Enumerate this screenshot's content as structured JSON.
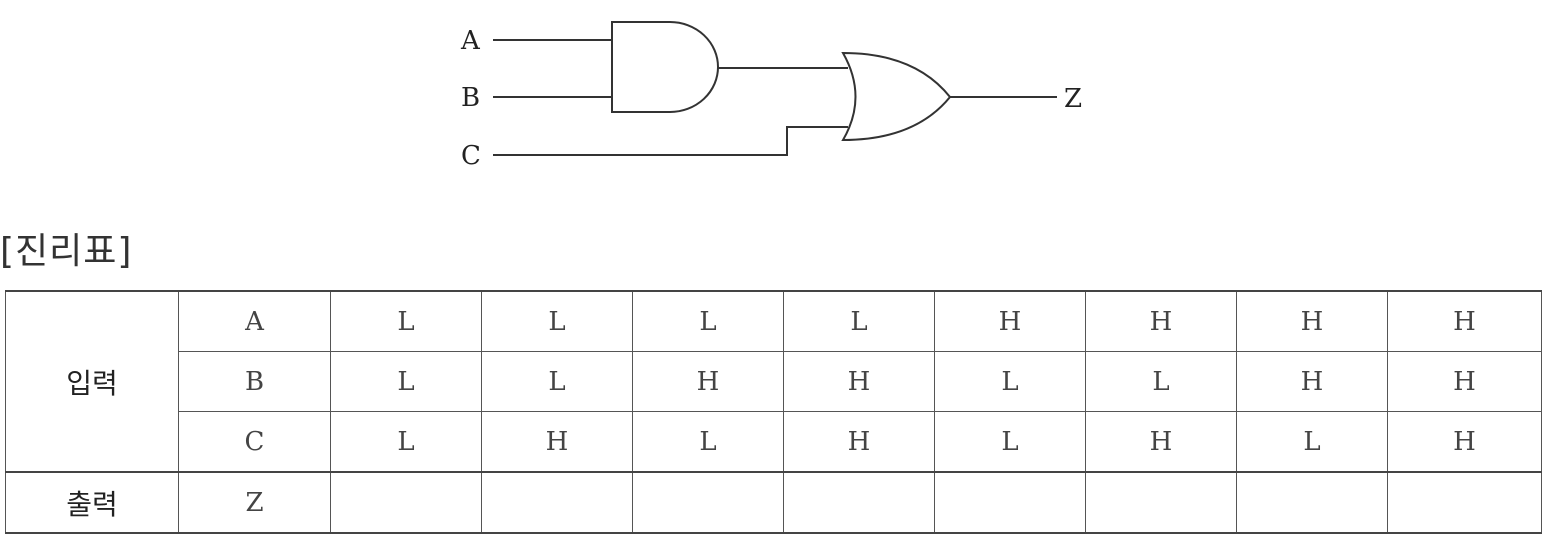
{
  "circuit": {
    "inputs": [
      "A",
      "B",
      "C"
    ],
    "output": "Z",
    "gates": [
      "AND",
      "OR"
    ]
  },
  "section_title": "[진리표]",
  "table": {
    "input_group_label": "입력",
    "output_group_label": "출력",
    "rows": [
      {
        "signal": "A",
        "values": [
          "L",
          "L",
          "L",
          "L",
          "H",
          "H",
          "H",
          "H"
        ]
      },
      {
        "signal": "B",
        "values": [
          "L",
          "L",
          "H",
          "H",
          "L",
          "L",
          "H",
          "H"
        ]
      },
      {
        "signal": "C",
        "values": [
          "L",
          "H",
          "L",
          "H",
          "L",
          "H",
          "L",
          "H"
        ]
      }
    ],
    "output_row": {
      "signal": "Z",
      "values": [
        "",
        "",
        "",
        "",
        "",
        "",
        "",
        ""
      ]
    }
  }
}
